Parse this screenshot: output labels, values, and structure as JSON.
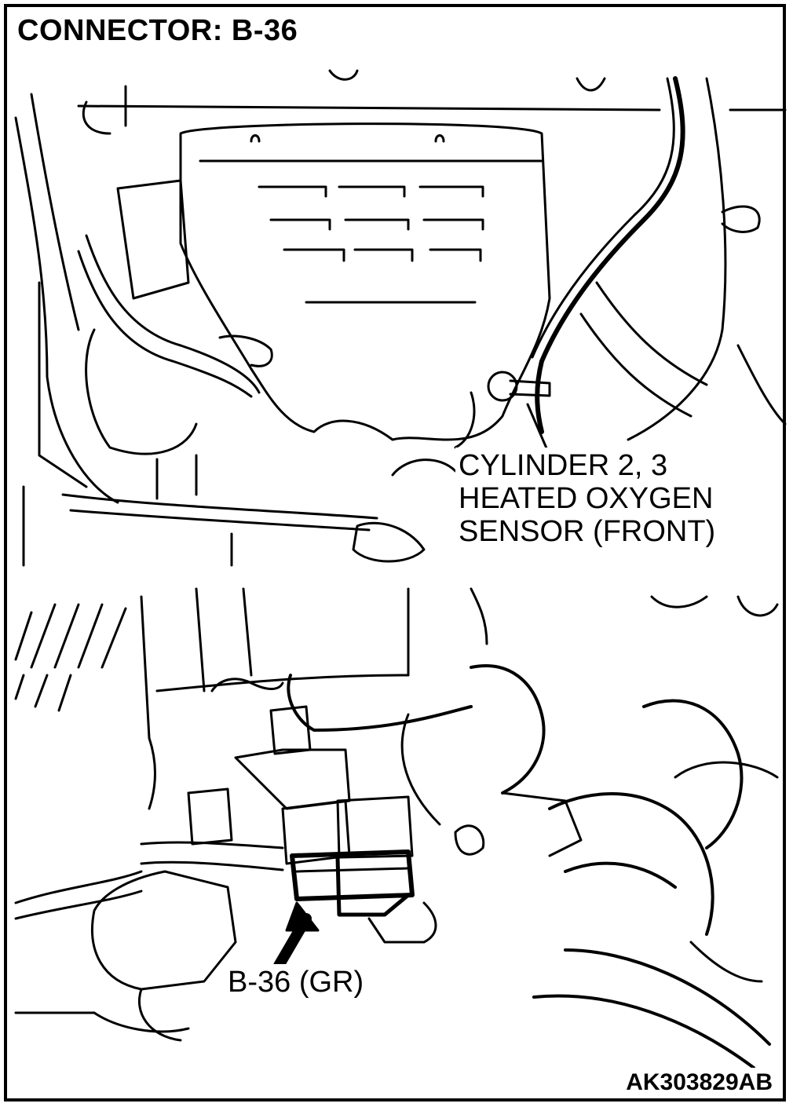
{
  "figure": {
    "title": "CONNECTOR: B-36",
    "code": "AK303829AB"
  },
  "top_panel": {
    "callout_lines": [
      "CYLINDER 2, 3",
      "HEATED OXYGEN",
      "SENSOR (FRONT)"
    ]
  },
  "bottom_panel": {
    "connector_label": "B-36 (GR)"
  },
  "colors": {
    "line": "#000000",
    "background": "#ffffff"
  }
}
